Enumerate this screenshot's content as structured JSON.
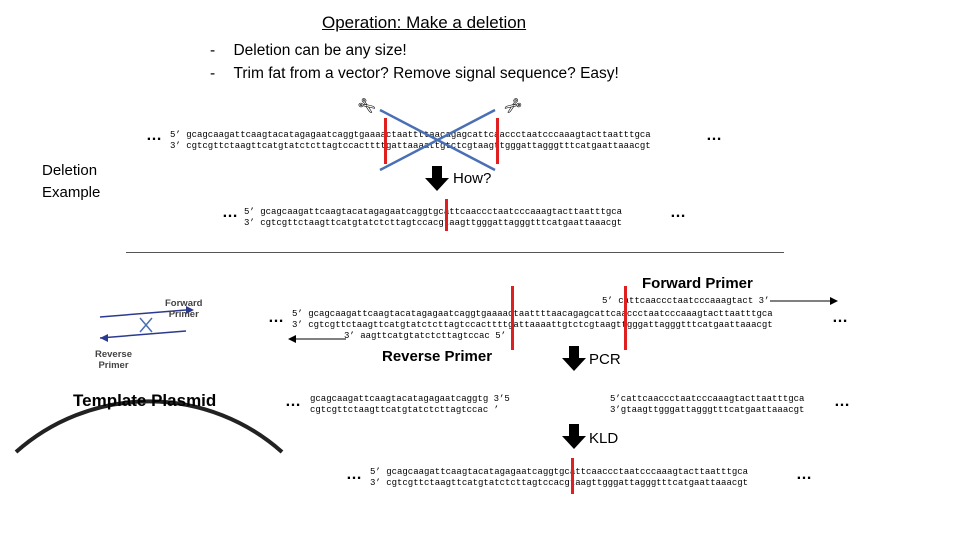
{
  "title": "Operation: Make a deletion",
  "bullets": [
    {
      "dash": "-",
      "text": "Deletion can be any size!"
    },
    {
      "dash": "-",
      "text": "Trim fat from a vector? Remove signal sequence? Easy!"
    }
  ],
  "example_label": [
    "Deletion",
    "Example"
  ],
  "ellipsis": "…",
  "scissors": "✄",
  "top_seq": {
    "top": "5’ gcagcaagattcaagtacatagagaatcaggtgaaaactaattttaacagagcattcaaccctaatcccaaagtacttaatttgca",
    "bottom": "3’ cgtcgttctaagttcatgtatctcttagtccacttttgattaaaattgtctcgtaagttgggattagggtttcatgaattaaacgt"
  },
  "how_label": "How?",
  "result_seq": {
    "top": "5’ gcagcaagattcaagtacatagagaatcaggtgcattcaaccctaatcccaaagtacttaatttgca",
    "bottom": "3’ cgtcgttctaagttcatgtatctcttagtccacgtaagttgggattagggtttcatgaattaaacgt"
  },
  "forward_primer_label": "Forward Primer",
  "forward_primer_seq": "5’ cattcaaccctaatcccaaagtact 3’",
  "template_seq": {
    "top": "5’ gcagcaagattcaagtacatagagaatcaggtgaaaactaattttaacagagcattcaaccctaatcccaaagtacttaatttgca",
    "bottom": "3’ cgtcgttctaagttcatgtatctcttagtccacttttgattaaaattgtctcgtaagttgggattagggtttcatgaattaaacgt"
  },
  "reverse_primer_seq": "3’ aagttcatgtatctcttagtccac 5’",
  "reverse_primer_label": "Reverse Primer",
  "pcr_label": "PCR",
  "pcr_left": {
    "top": "gcagcaagattcaagtacatagagaatcaggtg 3’5",
    "bottom": "cgtcgttctaagttcatgtatctcttagtccac ’"
  },
  "pcr_right": {
    "top": "5’cattcaaccctaatcccaaagtacttaatttgca",
    "bottom": "3’gtaagttgggattagggtttcatgaattaaacgt"
  },
  "kld_label": "KLD",
  "final_seq": {
    "top": "5’ gcagcaagattcaagtacatagagaatcaggtgcattcaaccctaatcccaaagtacttaatttgca",
    "bottom": "3’ cgtcgttctaagttcatgtatctcttagtccacgtaagttgggattagggtttcatgaattaaacgt"
  },
  "plasmid": {
    "forward_label": [
      "Forward",
      "Primer"
    ],
    "reverse_label": [
      "Reverse",
      "Primer"
    ],
    "title": "Template Plasmid"
  },
  "colors": {
    "red_marker": "#e02020",
    "blue_cross": "#4a6fb5",
    "arrow": "#000000"
  }
}
